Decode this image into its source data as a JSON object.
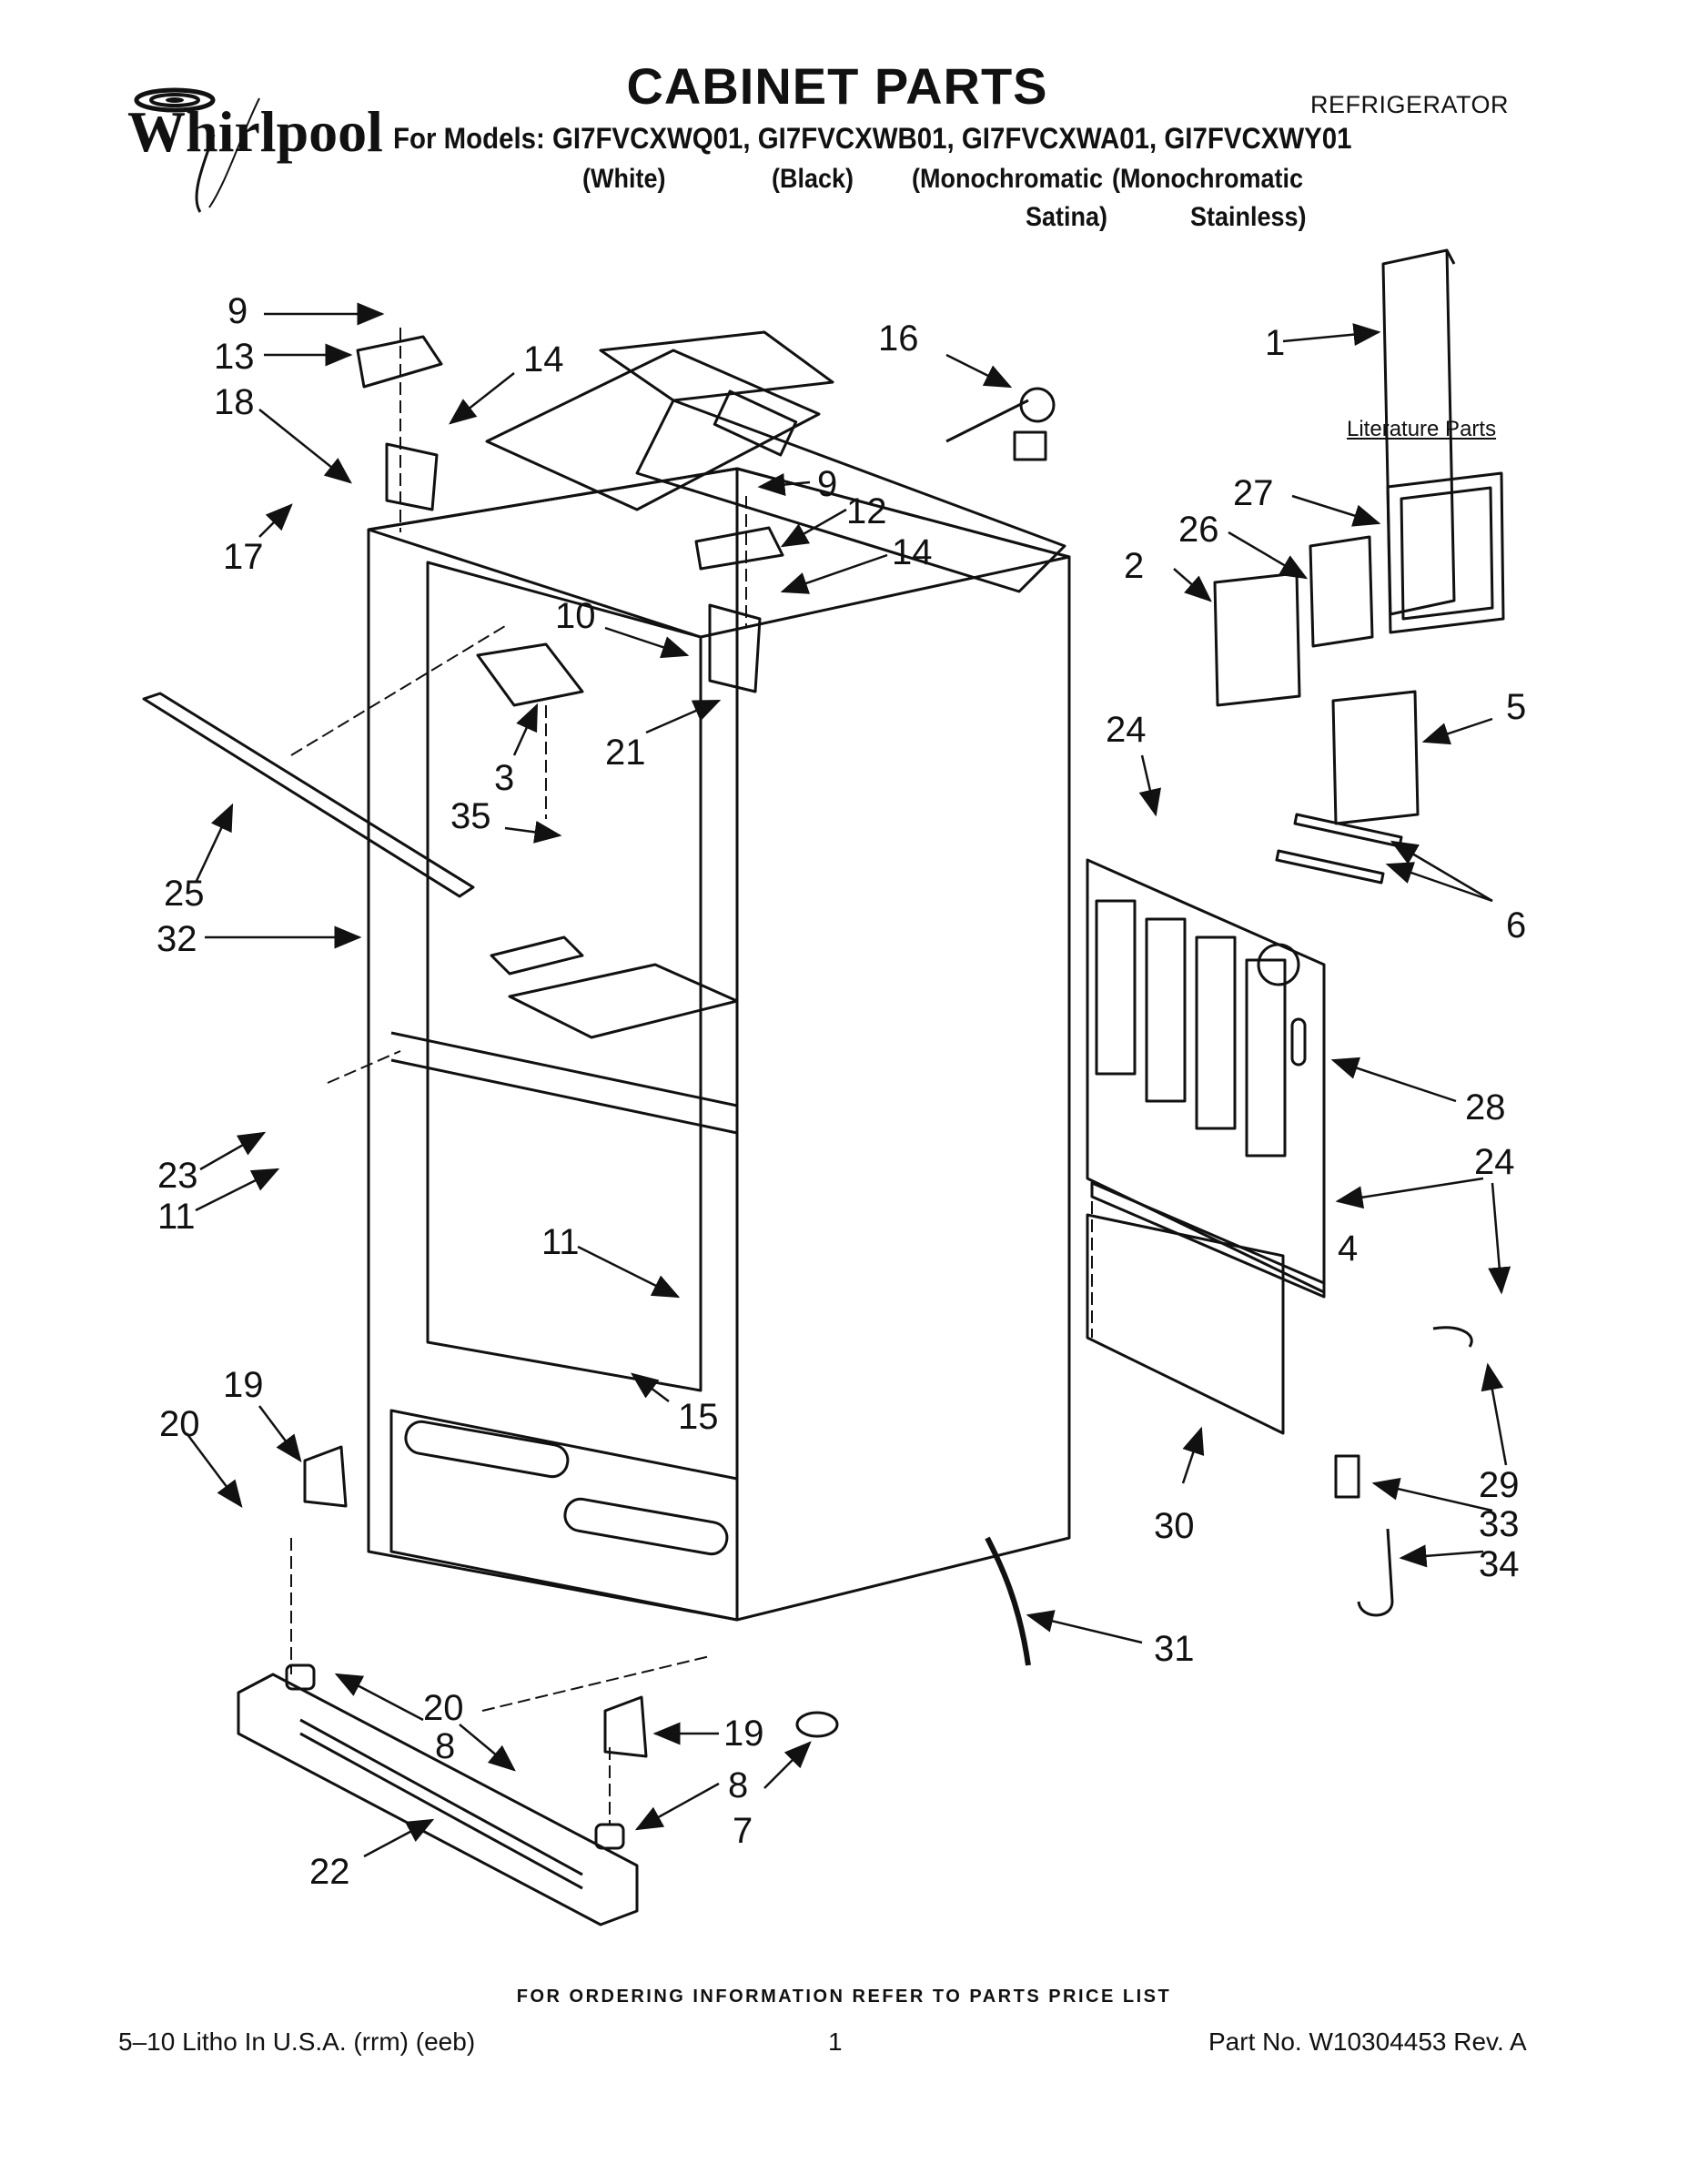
{
  "header": {
    "brand": "Whirlpool",
    "title": "CABINET PARTS",
    "category": "REFRIGERATOR",
    "models_label": "For Models: GI7FVCXWQ01, GI7FVCXWB01, GI7FVCXWA01, GI7FVCXWY01",
    "variants": {
      "white": "(White)",
      "black": "(Black)",
      "mono_satina_1": "(Monochromatic",
      "mono_satina_2": "Satina)",
      "mono_stainless_1": "(Monochromatic",
      "mono_stainless_2": "Stainless)"
    }
  },
  "diagram": {
    "literature_label": "Literature Parts",
    "callouts": {
      "c9a": "9",
      "c13": "13",
      "c18": "18",
      "c17": "17",
      "c14a": "14",
      "c16": "16",
      "c9b": "9",
      "c12": "12",
      "c14b": "14",
      "c10": "10",
      "c3": "3",
      "c21": "21",
      "c35": "35",
      "c25": "25",
      "c32": "32",
      "c23": "23",
      "c11a": "11",
      "c11b": "11",
      "c15": "15",
      "c19a": "19",
      "c20a": "20",
      "c8a": "8",
      "c20b": "20",
      "c19b": "19",
      "c8b": "8",
      "c7": "7",
      "c22": "22",
      "c1": "1",
      "c27": "27",
      "c26": "26",
      "c2": "2",
      "c5": "5",
      "c24a": "24",
      "c6": "6",
      "c28": "28",
      "c24b": "24",
      "c4": "4",
      "c29": "29",
      "c33": "33",
      "c34": "34",
      "c30": "30",
      "c31": "31"
    }
  },
  "footer": {
    "note": "FOR ORDERING INFORMATION REFER TO PARTS PRICE LIST",
    "left": "5–10 Litho In U.S.A. (rrm) (eeb)",
    "page": "1",
    "right": "Part No. W10304453 Rev. A"
  }
}
